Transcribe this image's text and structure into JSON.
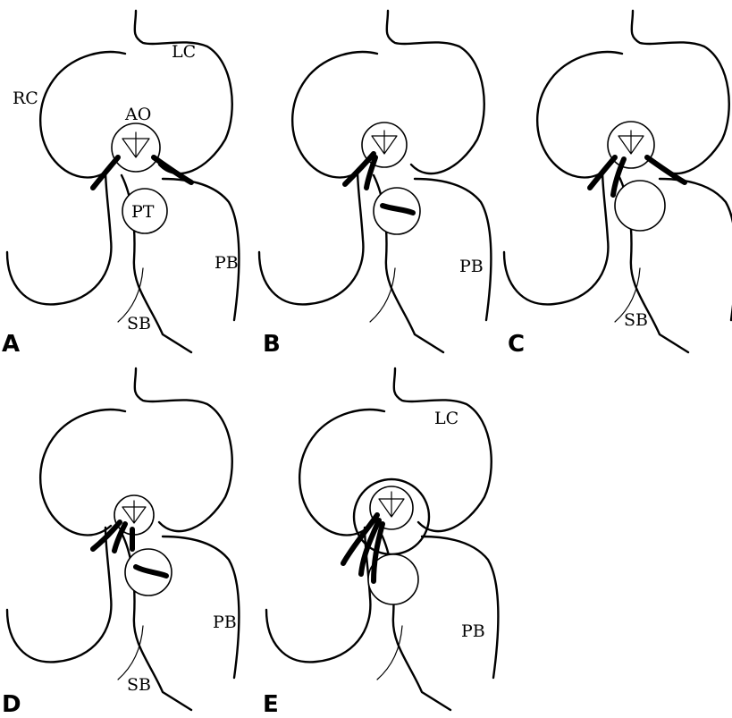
{
  "panels": [
    {
      "id": "A",
      "label": "A",
      "annotations": {
        "rc": "RC",
        "lc": "LC",
        "ao": "AO",
        "pt": "PT",
        "pb": "PB",
        "sb": "SB"
      }
    },
    {
      "id": "B",
      "label": "B",
      "annotations": {
        "pb": "PB"
      }
    },
    {
      "id": "C",
      "label": "C",
      "annotations": {
        "sb": "SB"
      }
    },
    {
      "id": "D",
      "label": "D",
      "annotations": {
        "pb": "PB",
        "sb": "SB"
      }
    },
    {
      "id": "E",
      "label": "E",
      "annotations": {
        "lc": "LC",
        "pb": "PB"
      }
    }
  ]
}
